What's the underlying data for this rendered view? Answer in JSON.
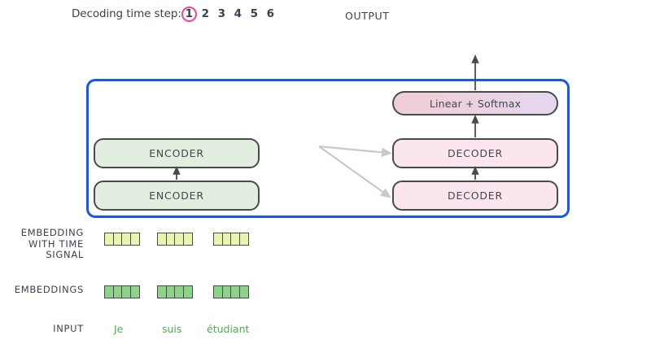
{
  "header": {
    "decoding_label": "Decoding time step:",
    "steps": [
      {
        "value": "1",
        "active": true
      },
      {
        "value": "2",
        "active": false
      },
      {
        "value": "3",
        "active": false
      },
      {
        "value": "4",
        "active": false
      },
      {
        "value": "5",
        "active": false
      },
      {
        "value": "6",
        "active": false
      }
    ],
    "output_label": "OUTPUT",
    "active_step_circle_color": "#ec4899",
    "text_color": "#3b4152"
  },
  "model": {
    "container_border_color": "#1358f0",
    "encoder_stack": [
      {
        "label": "ENCODER"
      },
      {
        "label": "ENCODER"
      }
    ],
    "decoder_stack": [
      {
        "label": "DECODER"
      },
      {
        "label": "DECODER"
      }
    ],
    "output_head": {
      "label": "Linear + Softmax",
      "gradient_from": "#f0cdd6",
      "gradient_to": "#e4d7f0"
    },
    "encoder_color": "#e2eedf",
    "decoder_color": "#fbe6ef",
    "box_border_color": "#4a4a4a",
    "cross_attention_arrow_color": "#c9c9c9",
    "flow_arrow_color": "#4a4a4a"
  },
  "rows": {
    "embedding_with_time_signal": {
      "label_lines": [
        "EMBEDDING",
        "WITH TIME",
        "SIGNAL"
      ],
      "cell_color": "#e9f5ae",
      "cells_per_vector": 4,
      "vector_count": 3
    },
    "embeddings": {
      "label": "EMBEDDINGS",
      "cell_color": "#8ed38b",
      "cells_per_vector": 4,
      "vector_count": 3
    },
    "input": {
      "label": "INPUT",
      "word_color": "#4caf50",
      "words": [
        "Je",
        "suis",
        "étudiant"
      ]
    }
  }
}
